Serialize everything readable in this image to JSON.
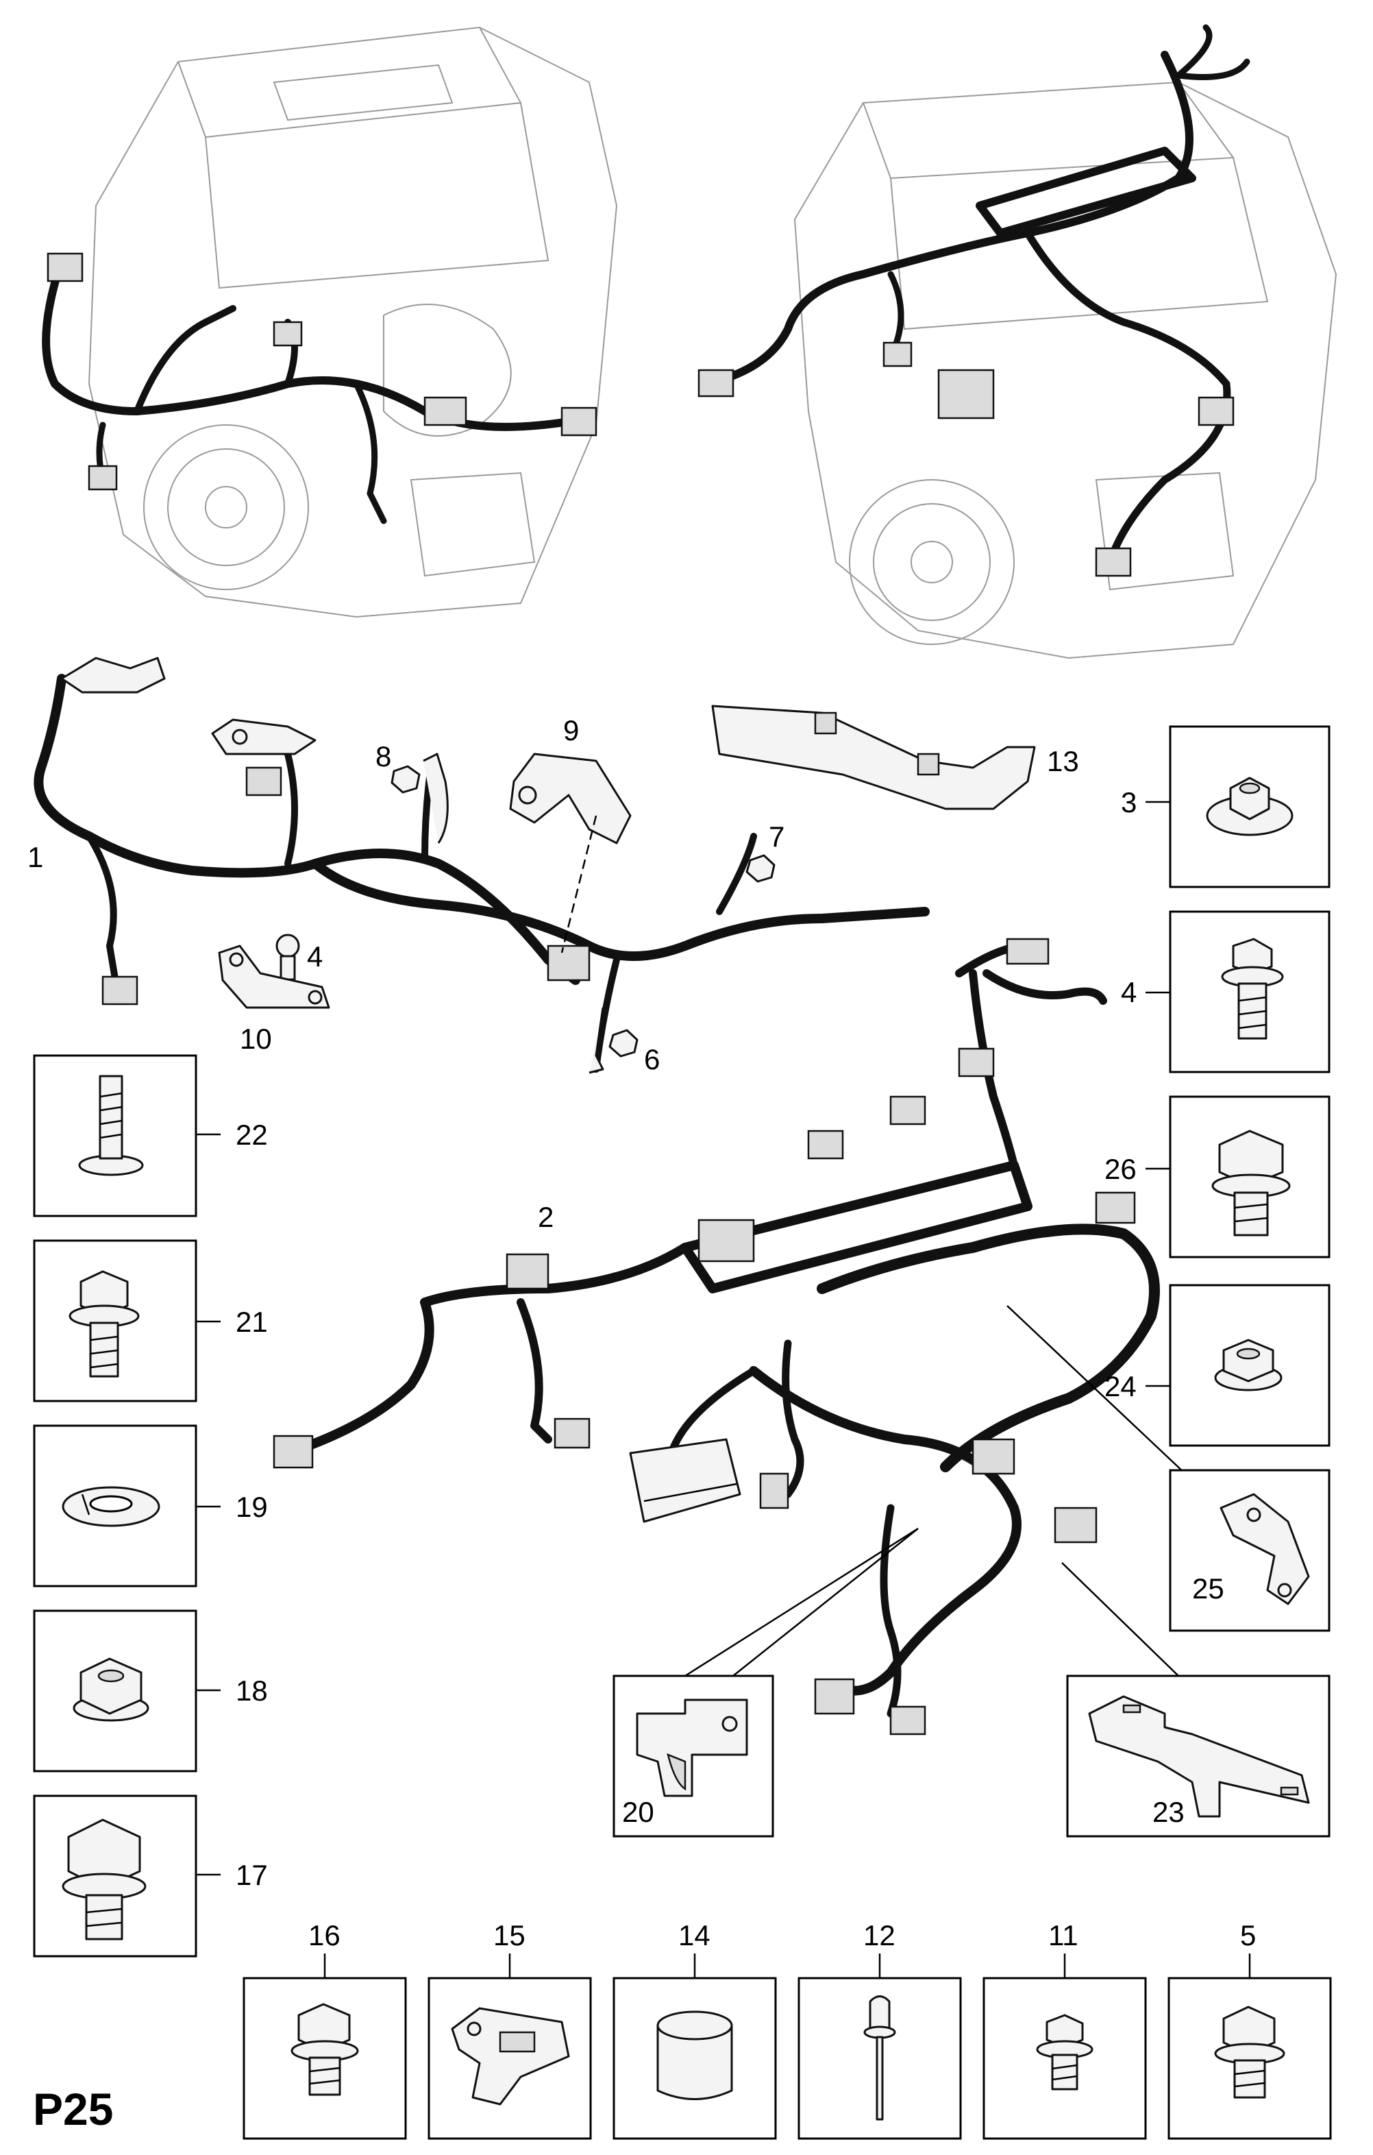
{
  "page_code": "P25",
  "callouts": {
    "c1": "1",
    "c2": "2",
    "c3": "3",
    "c4a": "4",
    "c4b": "4",
    "c5": "5",
    "c6": "6",
    "c7": "7",
    "c8": "8",
    "c9": "9",
    "c10": "10",
    "c11": "11",
    "c12": "12",
    "c13": "13",
    "c14": "14",
    "c15": "15",
    "c16": "16",
    "c17": "17",
    "c18": "18",
    "c19": "19",
    "c20": "20",
    "c21": "21",
    "c22": "22",
    "c23": "23",
    "c24": "24",
    "c25": "25",
    "c26": "26"
  }
}
